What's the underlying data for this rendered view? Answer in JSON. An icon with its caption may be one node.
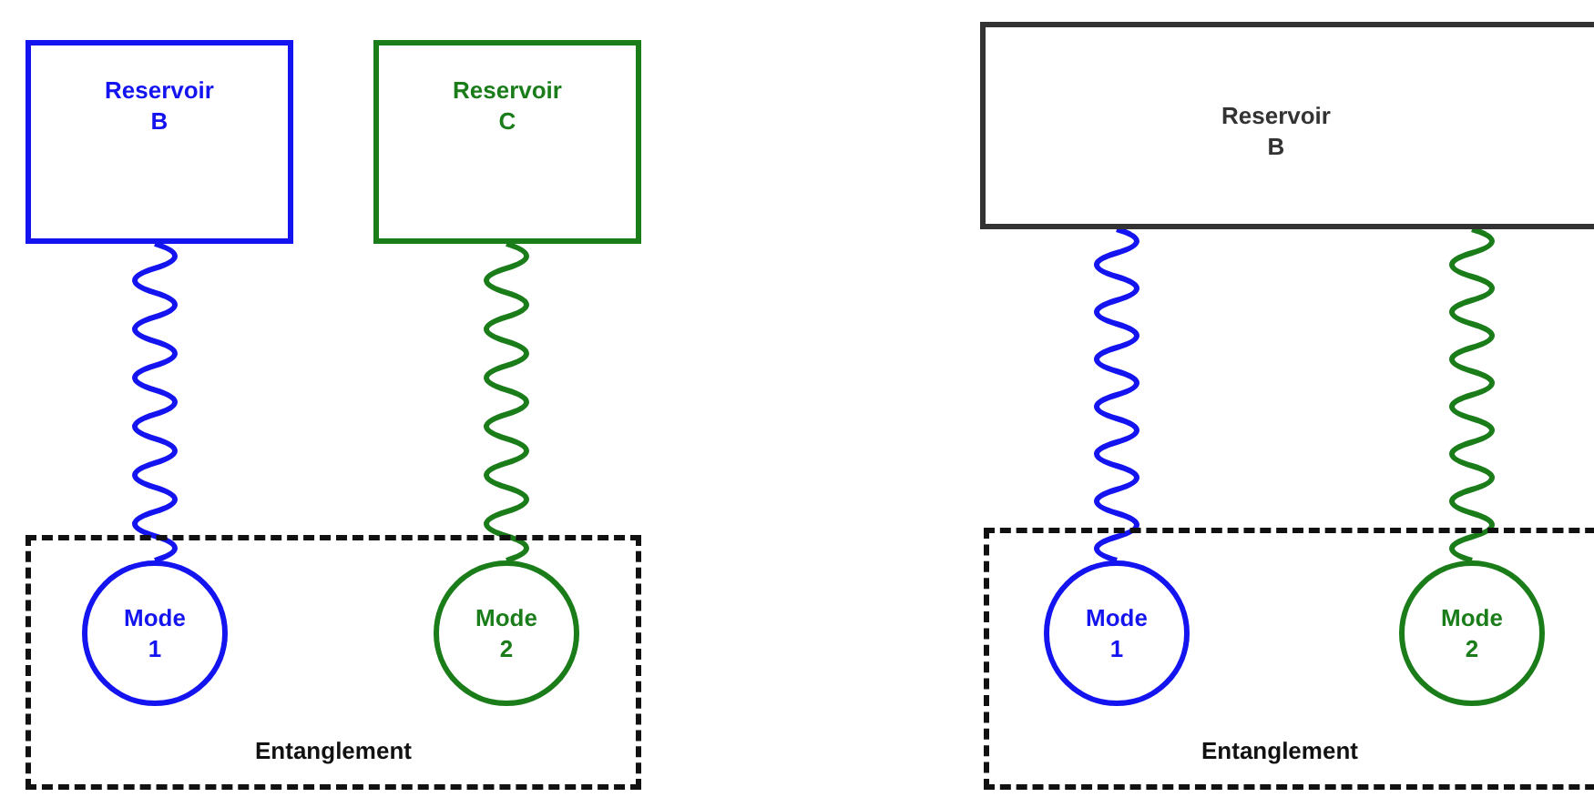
{
  "diagram": {
    "nodes": [
      {
        "text": [
          "Reservoir B"
        ]
      },
      {
        "text": [
          "Reservoir C"
        ]
      },
      {
        "text": [
          "Entanglement"
        ]
      },
      {
        "text": [
          "Mode 1"
        ],
        "in": 2
      },
      {
        "text": [
          "Mode 2"
        ],
        "in": 2
      },
      {
        "text": [
          "Reservoir B"
        ]
      },
      {
        "text": [
          "Entanglement"
        ]
      },
      {
        "text": [
          "Mode 1"
        ],
        "in": 6
      },
      {
        "text": [
          "Mode 2"
        ],
        "in": 6
      }
    ],
    "edges": [
      {
        "from": 0,
        "to": 3,
        "arrow": "none",
        "color": "#1414f0"
      },
      {
        "from": 1,
        "to": 4,
        "arrow": "none",
        "color": "#1a7d1a"
      },
      {
        "from": 5,
        "to": 7,
        "arrow": "none",
        "color": "#1414f0"
      },
      {
        "from": 5,
        "to": 8,
        "arrow": "none",
        "color": "#1a7d1a"
      }
    ]
  }
}
